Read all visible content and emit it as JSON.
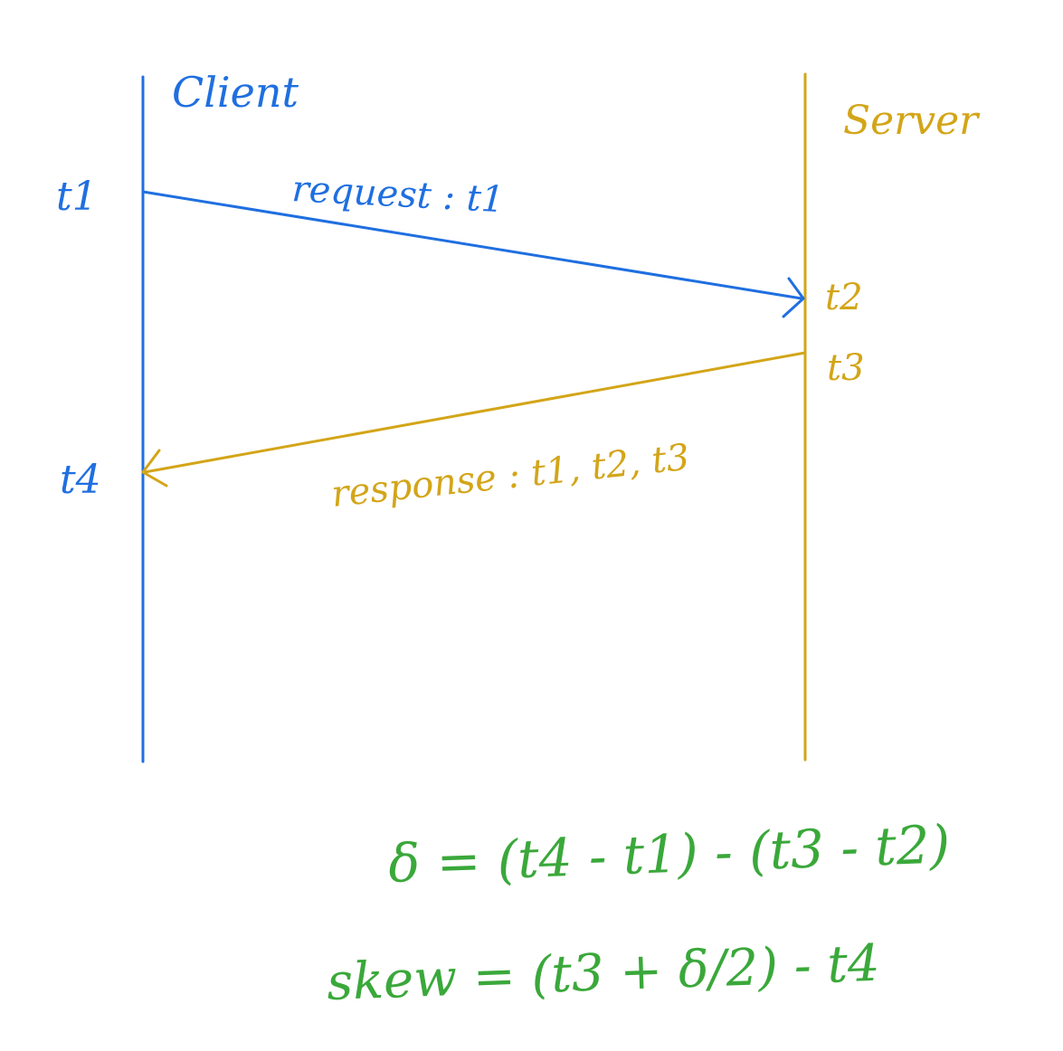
{
  "colors": {
    "client": "#1f6fe0",
    "server": "#d3a518",
    "equation": "#3aa83a"
  },
  "lanes": {
    "client": "Client",
    "server": "Server"
  },
  "time_labels": {
    "t1": "t1",
    "t2": "t2",
    "t3": "t3",
    "t4": "t4"
  },
  "messages": {
    "request": "request : t1",
    "response": "response : t1, t2, t3"
  },
  "equations": {
    "delta": "δ = (t4 - t1) - (t3 - t2)",
    "skew": "skew = (t3 + δ/2) - t4"
  }
}
